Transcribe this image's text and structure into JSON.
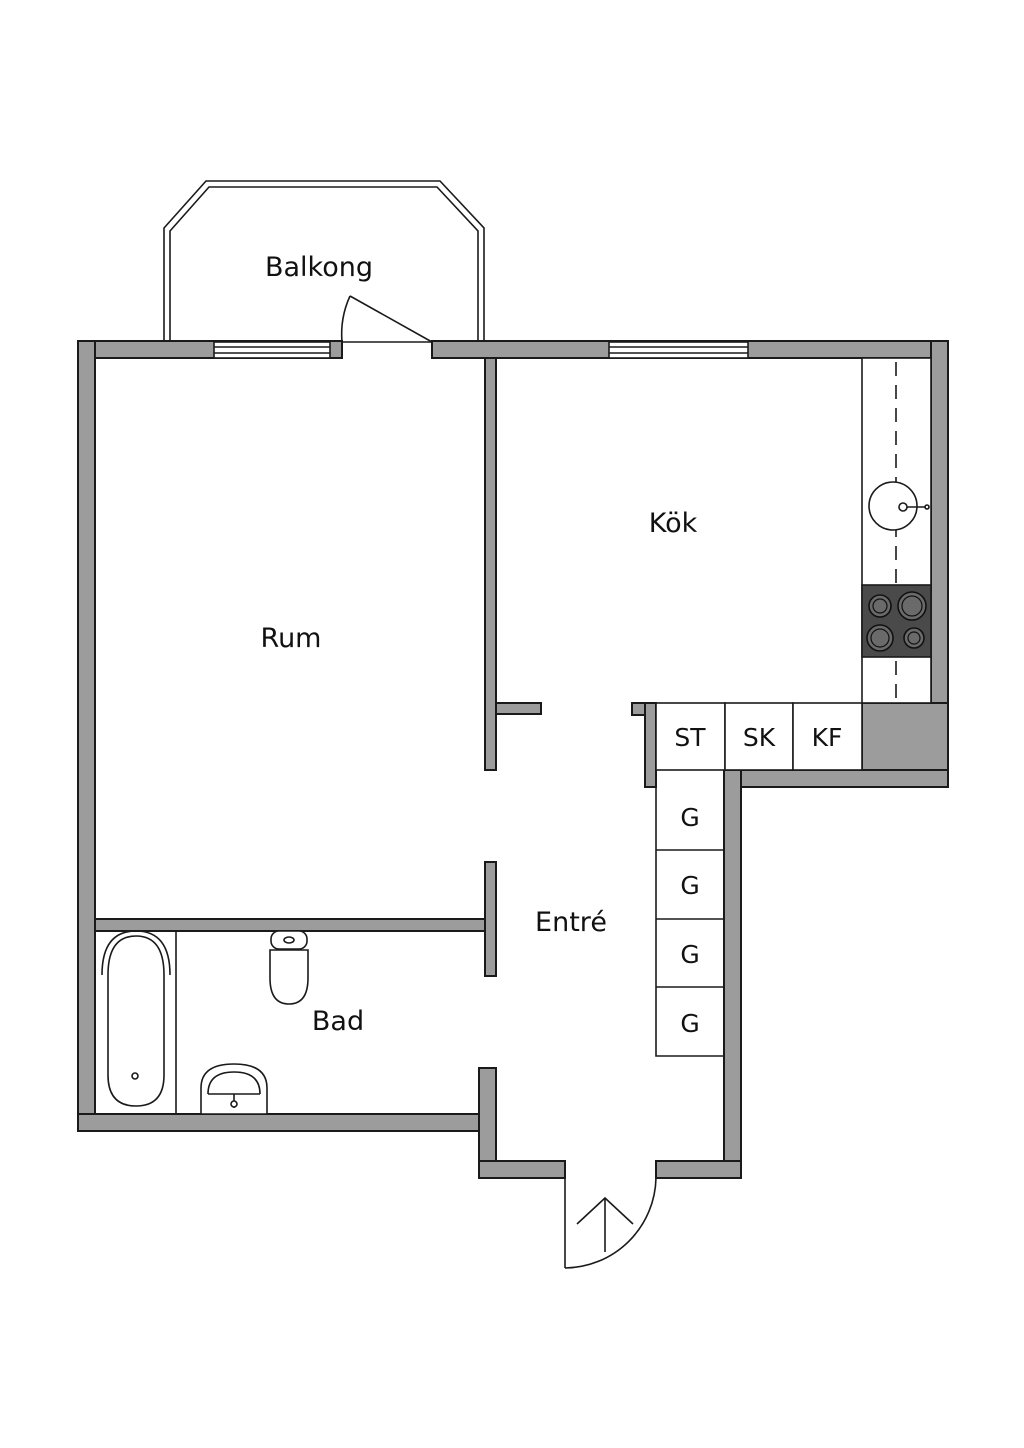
{
  "rooms": {
    "balkong": "Balkong",
    "kok": "Kök",
    "rum": "Rum",
    "entre": "Entré",
    "bad": "Bad"
  },
  "cabinets": {
    "st": "ST",
    "sk": "SK",
    "kf": "KF",
    "g1": "G",
    "g2": "G",
    "g3": "G",
    "g4": "G"
  },
  "colors": {
    "wall": "#9c9c9c",
    "line": "#1a1a1a",
    "stove": "#4a4a4a"
  }
}
